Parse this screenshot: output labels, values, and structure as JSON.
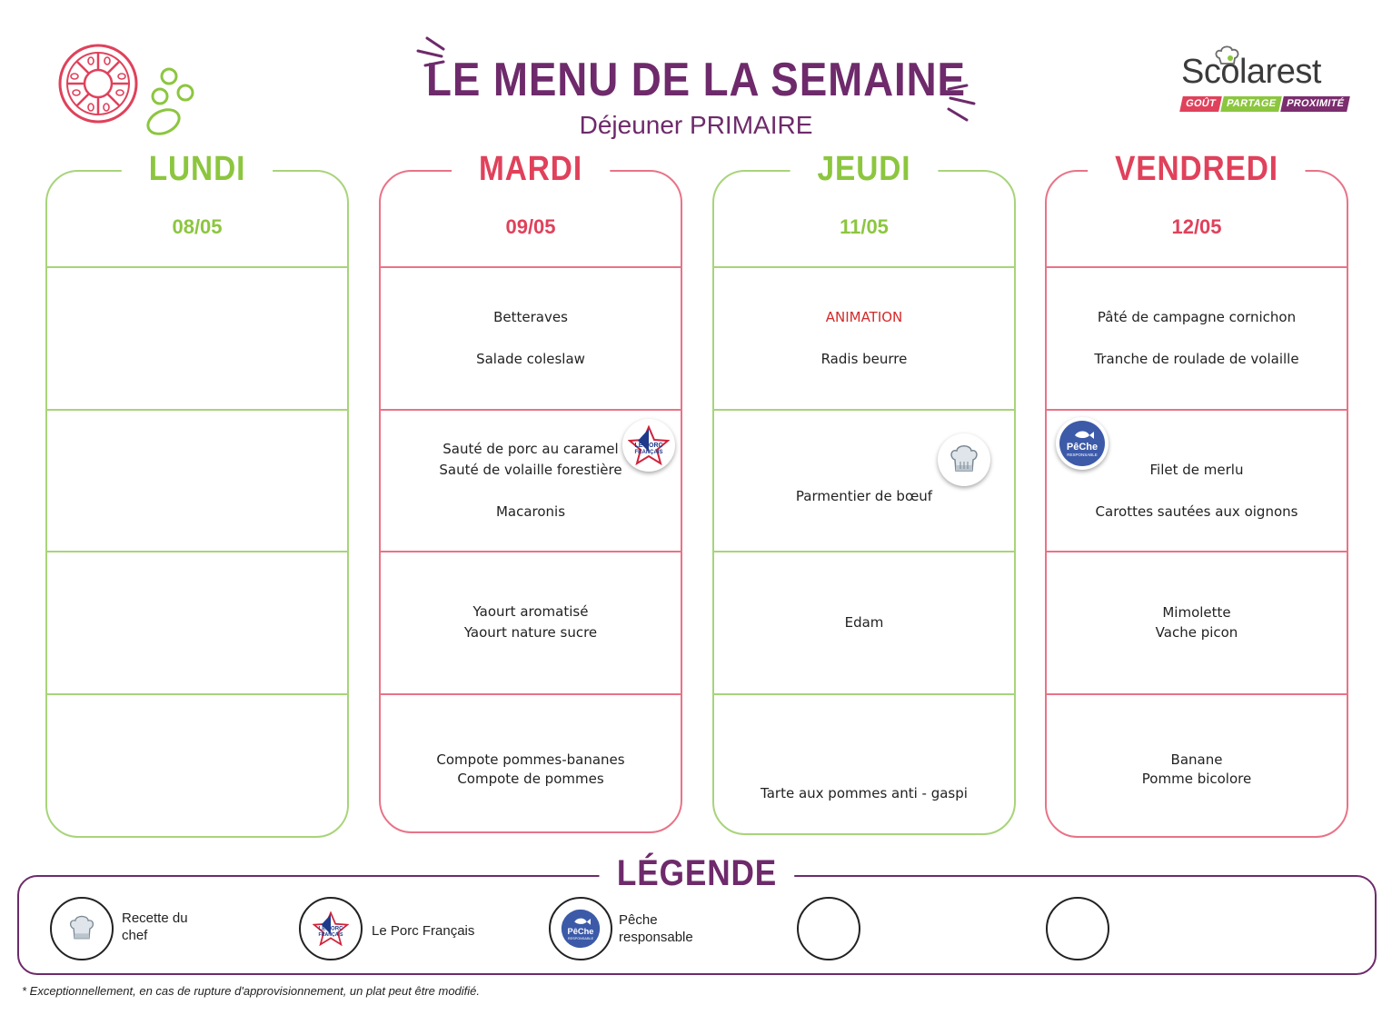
{
  "header": {
    "title": "LE MENU DE LA SEMAINE",
    "subtitle": "Déjeuner PRIMAIRE"
  },
  "brand": {
    "name": "Scolarest",
    "tagline": [
      "GOÛT",
      "PARTAGE",
      "PROXIMITÉ"
    ]
  },
  "colors": {
    "green": "#8cc63f",
    "green_line": "#a8d47a",
    "red": "#e0415b",
    "red_line": "#e87388",
    "purple": "#6e2a6b"
  },
  "days": [
    {
      "name": "LUNDI",
      "date": "08/05",
      "theme": "green",
      "courses": [
        [],
        [],
        [],
        []
      ]
    },
    {
      "name": "MARDI",
      "date": "09/05",
      "theme": "red",
      "courses": [
        [
          "Betteraves",
          "",
          "Salade coleslaw"
        ],
        [
          "Sauté de porc au caramel",
          "Sauté de volaille forestière",
          "",
          "Macaronis"
        ],
        [
          "Yaourt aromatisé",
          "Yaourt nature sucre"
        ],
        [
          "Compote pommes-bananes",
          "Compote de pommes"
        ]
      ]
    },
    {
      "name": "JEUDI",
      "date": "11/05",
      "theme": "green",
      "courses": [
        [
          "ANIMATION",
          "",
          "Radis beurre"
        ],
        [
          "Parmentier de bœuf"
        ],
        [
          "Edam"
        ],
        [
          "Tarte aux pommes anti - gaspi"
        ]
      ]
    },
    {
      "name": "VENDREDI",
      "date": "12/05",
      "theme": "red",
      "courses": [
        [
          "Pâté de campagne cornichon",
          "",
          "Tranche de roulade de volaille"
        ],
        [
          "Filet de merlu",
          "",
          "Carottes sautées aux oignons"
        ],
        [
          "Mimolette",
          "Vache picon"
        ],
        [
          "Banane",
          "Pomme bicolore"
        ]
      ]
    }
  ],
  "badges": {
    "porc": {
      "line1": "LE PORC",
      "line2": "FRANÇAIS"
    },
    "peche": {
      "line1": "PêChe",
      "line2": "RESPONSABLE"
    }
  },
  "legend": {
    "title": "LÉGENDE",
    "items": [
      {
        "icon": "chef-hat-icon",
        "label_line1": "Recette du",
        "label_line2": "chef"
      },
      {
        "icon": "porc-francais-icon",
        "label_line1": "Le Porc Français",
        "label_line2": ""
      },
      {
        "icon": "peche-responsable-icon",
        "label_line1": "Pêche",
        "label_line2": "responsable"
      },
      {
        "icon": "",
        "label_line1": "",
        "label_line2": ""
      },
      {
        "icon": "",
        "label_line1": "",
        "label_line2": ""
      }
    ]
  },
  "footnote": "* Exceptionnellement, en cas de rupture d'approvisionnement, un plat peut être modifié."
}
